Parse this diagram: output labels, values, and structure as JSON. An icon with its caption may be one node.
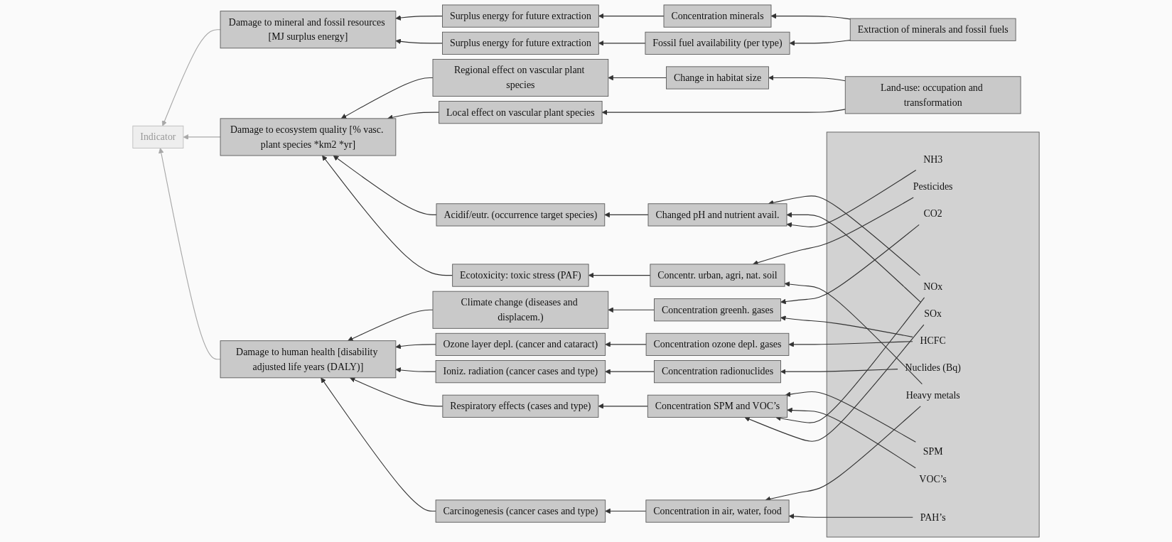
{
  "diagram": {
    "nodes": [
      {
        "text": [
          "Indicator"
        ]
      },
      {
        "text": [
          "Damage to mineral and fossil resources [MJ surplus energy]"
        ]
      },
      {
        "text": [
          "Damage to ecosystem quality [% vasc. plant species *km2 *yr]"
        ]
      },
      {
        "text": [
          "Damage to human health [disability adjusted life years (DALY)]"
        ]
      },
      {
        "text": [
          "Surplus energy for future extraction"
        ]
      },
      {
        "text": [
          "Surplus energy for future extraction"
        ]
      },
      {
        "text": [
          "Regional effect on vascular plant species"
        ]
      },
      {
        "text": [
          "Local effect on vascular plant species"
        ]
      },
      {
        "text": [
          "Acidif/eutr. (occurrence target species)"
        ]
      },
      {
        "text": [
          "Ecotoxicity: toxic stress (PAF)"
        ]
      },
      {
        "text": [
          "Climate change (diseases and displacem.)"
        ]
      },
      {
        "text": [
          "Ozone layer depl. (cancer and cataract)"
        ]
      },
      {
        "text": [
          "Ioniz. radiation (cancer cases and type)"
        ]
      },
      {
        "text": [
          "Respiratory effects (cases and type)"
        ]
      },
      {
        "text": [
          "Carcinogenesis (cancer cases and type)"
        ]
      },
      {
        "text": [
          "Concentration minerals"
        ]
      },
      {
        "text": [
          "Fossil fuel availability (per type)"
        ]
      },
      {
        "text": [
          "Change in habitat size"
        ]
      },
      {
        "text": [
          "Changed pH and nutrient avail."
        ]
      },
      {
        "text": [
          "Concentr. urban, agri, nat. soil"
        ]
      },
      {
        "text": [
          "Concentration greenh. gases"
        ]
      },
      {
        "text": [
          "Concentration ozone depl. gases"
        ]
      },
      {
        "text": [
          "Concentration radionuclides"
        ]
      },
      {
        "text": [
          "Concentration SPM and VOC’s"
        ]
      },
      {
        "text": [
          "Concentration in air, water, food"
        ]
      },
      {
        "text": [
          "Extraction of minerals and fossil fuels"
        ]
      },
      {
        "text": [
          "Land-use: occupation and transformation"
        ]
      },
      {
        "text": [],
        "shape": "box"
      },
      {
        "text": [
          "NOx"
        ],
        "in": 27
      },
      {
        "text": [
          "SOx"
        ],
        "in": 27
      },
      {
        "text": [
          "NH3"
        ],
        "in": 27
      },
      {
        "text": [
          "Pesticides"
        ],
        "in": 27
      },
      {
        "text": [
          "Heavy metals"
        ],
        "in": 27
      },
      {
        "text": [
          "CO2"
        ],
        "in": 27
      },
      {
        "text": [
          "HCFC"
        ],
        "in": 27
      },
      {
        "text": [
          "Nuclides (Bq)"
        ],
        "in": 27
      },
      {
        "text": [
          "SPM"
        ],
        "in": 27
      },
      {
        "text": [
          "VOC’s"
        ],
        "in": 27
      },
      {
        "text": [
          "PAH’s"
        ],
        "in": 27
      }
    ],
    "edges": [
      {
        "from": 1,
        "to": 0,
        "arrow": "to",
        "color": "#a8a8a8"
      },
      {
        "from": 2,
        "to": 0,
        "arrow": "to",
        "color": "#a8a8a8"
      },
      {
        "from": 3,
        "to": 0,
        "arrow": "to",
        "color": "#a8a8a8"
      },
      {
        "from": 4,
        "to": 1,
        "arrow": "to"
      },
      {
        "from": 5,
        "to": 1,
        "arrow": "to"
      },
      {
        "from": 6,
        "to": 2,
        "arrow": "to"
      },
      {
        "from": 7,
        "to": 2,
        "arrow": "to"
      },
      {
        "from": 8,
        "to": 2,
        "arrow": "to"
      },
      {
        "from": 9,
        "to": 2,
        "arrow": "to"
      },
      {
        "from": 10,
        "to": 3,
        "arrow": "to"
      },
      {
        "from": 11,
        "to": 3,
        "arrow": "to"
      },
      {
        "from": 12,
        "to": 3,
        "arrow": "to"
      },
      {
        "from": 13,
        "to": 3,
        "arrow": "to"
      },
      {
        "from": 14,
        "to": 3,
        "arrow": "to"
      },
      {
        "from": 15,
        "to": 4,
        "arrow": "to"
      },
      {
        "from": 16,
        "to": 5,
        "arrow": "to"
      },
      {
        "from": 17,
        "to": 6,
        "arrow": "to"
      },
      {
        "from": 18,
        "to": 8,
        "arrow": "to"
      },
      {
        "from": 19,
        "to": 9,
        "arrow": "to"
      },
      {
        "from": 20,
        "to": 10,
        "arrow": "to"
      },
      {
        "from": 21,
        "to": 11,
        "arrow": "to"
      },
      {
        "from": 22,
        "to": 12,
        "arrow": "to"
      },
      {
        "from": 23,
        "to": 13,
        "arrow": "to"
      },
      {
        "from": 24,
        "to": 14,
        "arrow": "to"
      },
      {
        "from": 25,
        "to": 15,
        "arrow": "to"
      },
      {
        "from": 25,
        "to": 16,
        "arrow": "to"
      },
      {
        "from": 26,
        "to": 17,
        "arrow": "to"
      },
      {
        "from": 26,
        "to": 7,
        "arrow": "to"
      },
      {
        "from": 28,
        "to": 18,
        "arrow": "to"
      },
      {
        "from": 29,
        "to": 18,
        "arrow": "to"
      },
      {
        "from": 30,
        "to": 18,
        "arrow": "to"
      },
      {
        "from": 31,
        "to": 19,
        "arrow": "to"
      },
      {
        "from": 32,
        "to": 19,
        "arrow": "to"
      },
      {
        "from": 33,
        "to": 20,
        "arrow": "to"
      },
      {
        "from": 34,
        "to": 20,
        "arrow": "to"
      },
      {
        "from": 34,
        "to": 21,
        "arrow": "to"
      },
      {
        "from": 35,
        "to": 22,
        "arrow": "to"
      },
      {
        "from": 36,
        "to": 23,
        "arrow": "to"
      },
      {
        "from": 37,
        "to": 23,
        "arrow": "to"
      },
      {
        "from": 28,
        "to": 23,
        "arrow": "to"
      },
      {
        "from": 29,
        "to": 23,
        "arrow": "to"
      },
      {
        "from": 32,
        "to": 24,
        "arrow": "to"
      },
      {
        "from": 38,
        "to": 24,
        "arrow": "to"
      }
    ]
  }
}
